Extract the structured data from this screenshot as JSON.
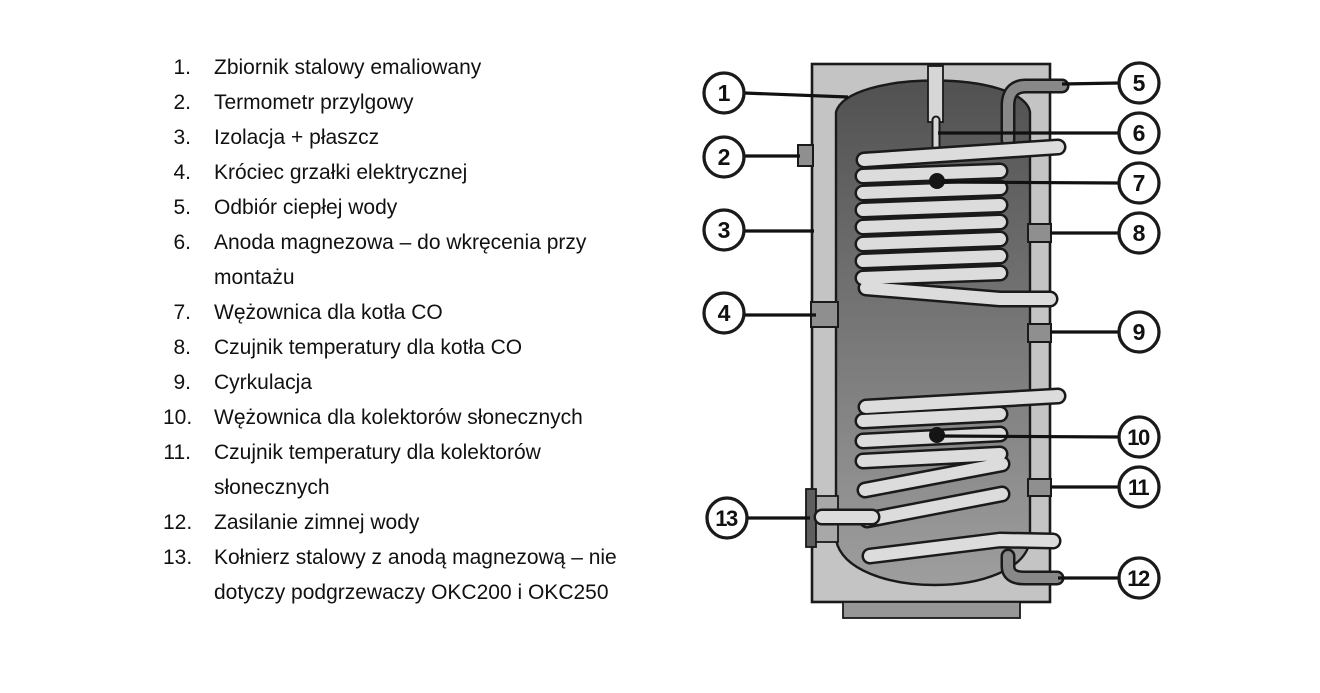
{
  "legend": {
    "items": [
      {
        "num": "1.",
        "text": "Zbiornik stalowy emaliowany"
      },
      {
        "num": "2.",
        "text": "Termometr przylgowy"
      },
      {
        "num": "3.",
        "text": "Izolacja + płaszcz"
      },
      {
        "num": "4.",
        "text": "Króciec grzałki elektrycznej"
      },
      {
        "num": "5.",
        "text": "Odbiór ciepłej wody"
      },
      {
        "num": "6.",
        "text": "Anoda magnezowa – do wkręcenia przy montażu"
      },
      {
        "num": "7.",
        "text": "Wężownica dla kotła CO"
      },
      {
        "num": "8.",
        "text": "Czujnik temperatury dla kotła CO"
      },
      {
        "num": "9.",
        "text": "Cyrkulacja"
      },
      {
        "num": "10.",
        "text": "Wężownica dla kolektorów słonecznych"
      },
      {
        "num": "11.",
        "text": "Czujnik temperatury dla kolektorów słonecznych"
      },
      {
        "num": "12.",
        "text": "Zasilanie zimnej wody"
      },
      {
        "num": "13.",
        "text": "Kołnierz stalowy z anodą magnezową – nie dotyczy podgrzewaczy OKC200 i OKC250"
      }
    ]
  },
  "diagram": {
    "callouts": [
      "1",
      "2",
      "3",
      "4",
      "5",
      "6",
      "7",
      "8",
      "9",
      "10",
      "11",
      "12",
      "13"
    ],
    "colors": {
      "shell": "#c4c4c4",
      "tank_top": "#515151",
      "tank_bottom": "#9e9e9e",
      "coil": "#dcdcdc",
      "pedestal": "#979797",
      "port": "#8f8f8f",
      "flange_plate": "#5f5f5f",
      "flange_block": "#a8a8a8",
      "outlet_pipe": "#6e6e6e",
      "inlet_pipe": "#9a9a9a",
      "anode": "#d6d6d6"
    }
  }
}
